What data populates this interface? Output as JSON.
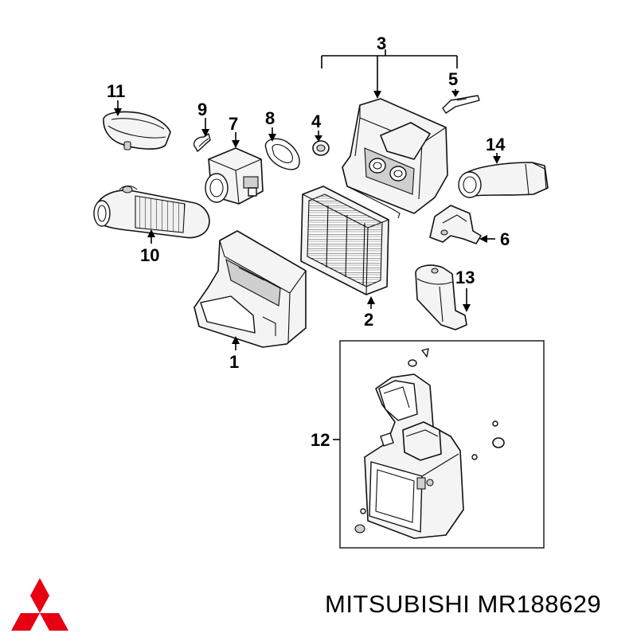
{
  "diagram": {
    "callouts": [
      {
        "id": "1",
        "label": "1"
      },
      {
        "id": "2",
        "label": "2"
      },
      {
        "id": "3",
        "label": "3"
      },
      {
        "id": "4",
        "label": "4"
      },
      {
        "id": "5",
        "label": "5"
      },
      {
        "id": "6",
        "label": "6"
      },
      {
        "id": "7",
        "label": "7"
      },
      {
        "id": "8",
        "label": "8"
      },
      {
        "id": "9",
        "label": "9"
      },
      {
        "id": "10",
        "label": "10"
      },
      {
        "id": "11",
        "label": "11"
      },
      {
        "id": "12",
        "label": "12"
      },
      {
        "id": "13",
        "label": "13"
      },
      {
        "id": "14",
        "label": "14"
      }
    ],
    "caption": "MITSUBISHI MR188629",
    "colors": {
      "logo": "#e60012",
      "ink": "#000000"
    }
  }
}
